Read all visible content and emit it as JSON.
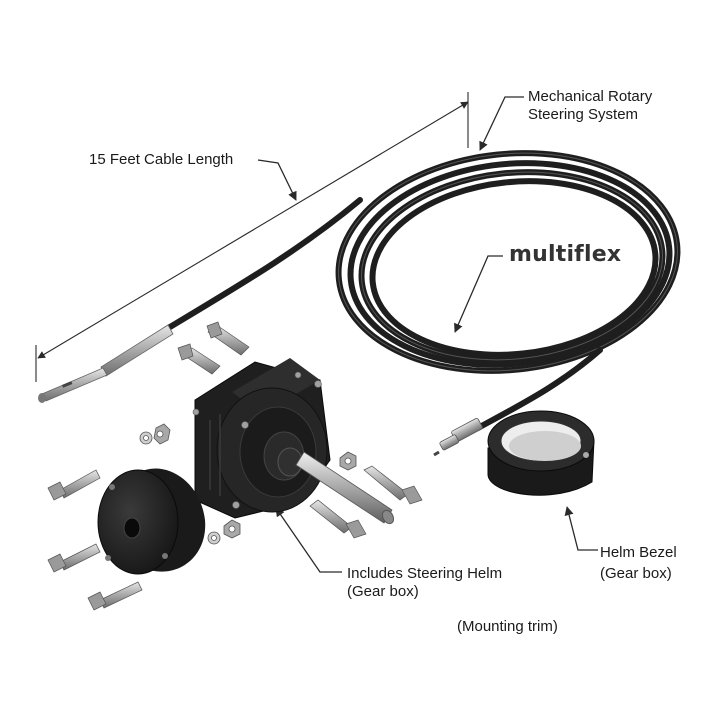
{
  "labels": {
    "cable_length": "15 Feet Cable Length",
    "system_line1": "Mechanical Rotary",
    "system_line2": "Steering System",
    "brand": "multiflex",
    "helm_line1": "Includes Steering Helm",
    "helm_line2": "(Gear box)",
    "bezel_line1": "Helm Bezel",
    "bezel_line2": "(Gear box)",
    "trim": "(Mounting trim)"
  },
  "colors": {
    "cable": "#1e1e1e",
    "part": "#222222",
    "metal": "#bfbfbf",
    "line": "#2a2a2a"
  }
}
